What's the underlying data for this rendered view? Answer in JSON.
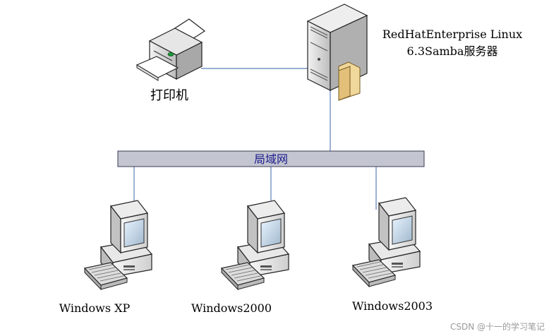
{
  "server": {
    "line1": "RedHatEnterprise Linux",
    "line2": "6.3Samba服务器"
  },
  "printer": {
    "label": "打印机"
  },
  "lan": {
    "label": "局域网"
  },
  "clients": [
    {
      "label": "Windows XP"
    },
    {
      "label": "Windows2000"
    },
    {
      "label": "Windows2003"
    }
  ],
  "watermark": "CSDN @十一的学习笔记",
  "colors": {
    "link": "#5b7fb8",
    "lan_bar": "#c3c5d0",
    "lan_border": "#3a3a55"
  }
}
